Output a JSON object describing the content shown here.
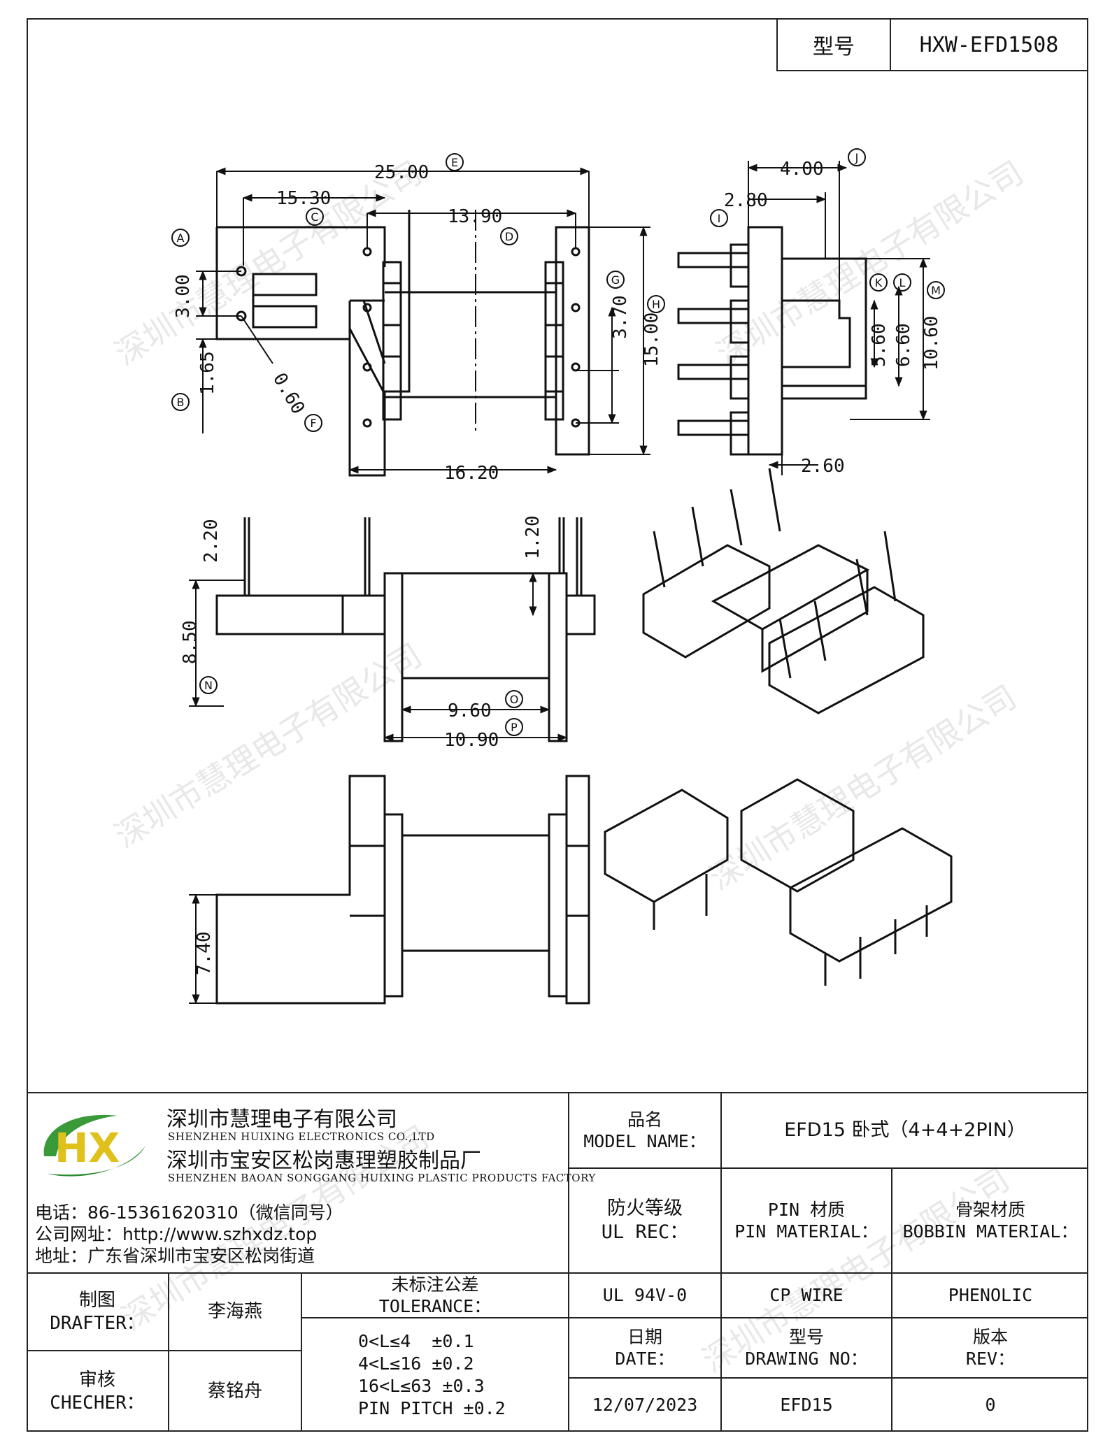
{
  "header": {
    "model_label": "型号",
    "model_value": "HXW-EFD1508"
  },
  "dimensions": {
    "d25": "25.00",
    "d15_30": "15.30",
    "d13_90": "13.90",
    "d3_00": "3.00",
    "d3_70": "3.70",
    "d15_00": "15.00",
    "d1_65": "1.65",
    "d0_60": "0.60",
    "d16_20": "16.20",
    "d4_00": "4.00",
    "d2_80": "2.80",
    "d5_60": "5.60",
    "d6_60": "6.60",
    "d10_60": "10.60",
    "d2_60": "2.60",
    "d2_20": "2.20",
    "d1_20": "1.20",
    "d8_50": "8.50",
    "d9_60": "9.60",
    "d10_90": "10.90",
    "d7_40": "7.40"
  },
  "labels": {
    "A": "A",
    "B": "B",
    "C": "C",
    "D": "D",
    "E": "E",
    "F": "F",
    "G": "G",
    "H": "H",
    "I": "I",
    "J": "J",
    "K": "K",
    "L": "L",
    "M": "M",
    "N": "N",
    "O": "O",
    "P": "P"
  },
  "watermark": "深圳市慧理电子有限公司",
  "company": {
    "logo_text": "HX",
    "name1": "深圳市慧理电子有限公司",
    "name1_en": "SHENZHEN HUIXING ELECTRONICS CO.,LTD",
    "name2": "深圳市宝安区松岗惠理塑胶制品厂",
    "name2_en": "SHENZHEN BAOAN SONGGANG HUIXING PLASTIC PRODUCTS FACTORY",
    "phone": "电话：86-15361620310（微信同号）",
    "web": "公司网址：http://www.szhxdz.top",
    "addr": "地址：广东省深圳市宝安区松岗街道"
  },
  "title_block": {
    "model_name_cn": "品名",
    "model_name_en": "MODEL NAME：",
    "model_name_value": "EFD15 卧式（4+4+2PIN）",
    "ul_cn": "防火等级",
    "ul_en": "UL REC：",
    "ul_value": "UL 94V-0",
    "pin_cn": "PIN 材质",
    "pin_en": "PIN MATERIAL：",
    "pin_value": "CP WIRE",
    "bobbin_cn": "骨架材质",
    "bobbin_en": "BOBBIN MATERIAL：",
    "bobbin_value": "PHENOLIC",
    "drafter_cn": "制图",
    "drafter_en": "DRAFTER：",
    "drafter_value": "李海燕",
    "checker_cn": "审核",
    "checker_en": "CHECHER：",
    "checker_value": "蔡铭舟",
    "tol_cn": "未标注公差",
    "tol_en": "TOLERANCE：",
    "tol_lines": [
      "0<L≤4  ±0.1",
      "4<L≤16 ±0.2",
      "16<L≤63 ±0.3",
      "PIN PITCH ±0.2"
    ],
    "date_cn": "日期",
    "date_en": "DATE：",
    "date_value": "12/07/2023",
    "dwg_cn": "型号",
    "dwg_en": "DRAWING NO：",
    "dwg_value": "EFD15",
    "rev_cn": "版本",
    "rev_en": "REV：",
    "rev_value": "0"
  }
}
